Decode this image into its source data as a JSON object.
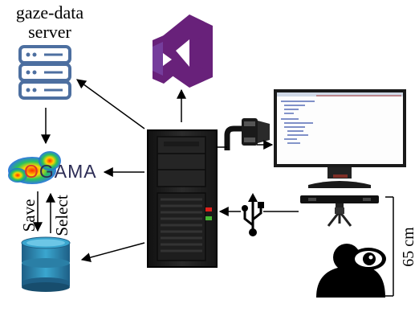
{
  "labels": {
    "server_line1": "gaze-data",
    "server_line2": "server",
    "ogama_o": "O",
    "ogama_rest": "GAMA",
    "save": "Save",
    "select": "Select",
    "distance": "65 cm"
  },
  "icons": [
    "server-icon",
    "heatmap-icon",
    "database-icon",
    "visual-studio-icon",
    "pc-tower-icon",
    "monitor-icon",
    "vga-connector-icon",
    "usb-icon",
    "eye-tracker-icon",
    "person-eye-icon"
  ],
  "colors": {
    "server_blue": "#4d6fa0",
    "visual_studio_purple": "#68217a",
    "database_teal": "#2f8fb0",
    "tower_dark": "#1c1c1c",
    "led_red": "#e0201a",
    "led_green": "#47b832"
  }
}
